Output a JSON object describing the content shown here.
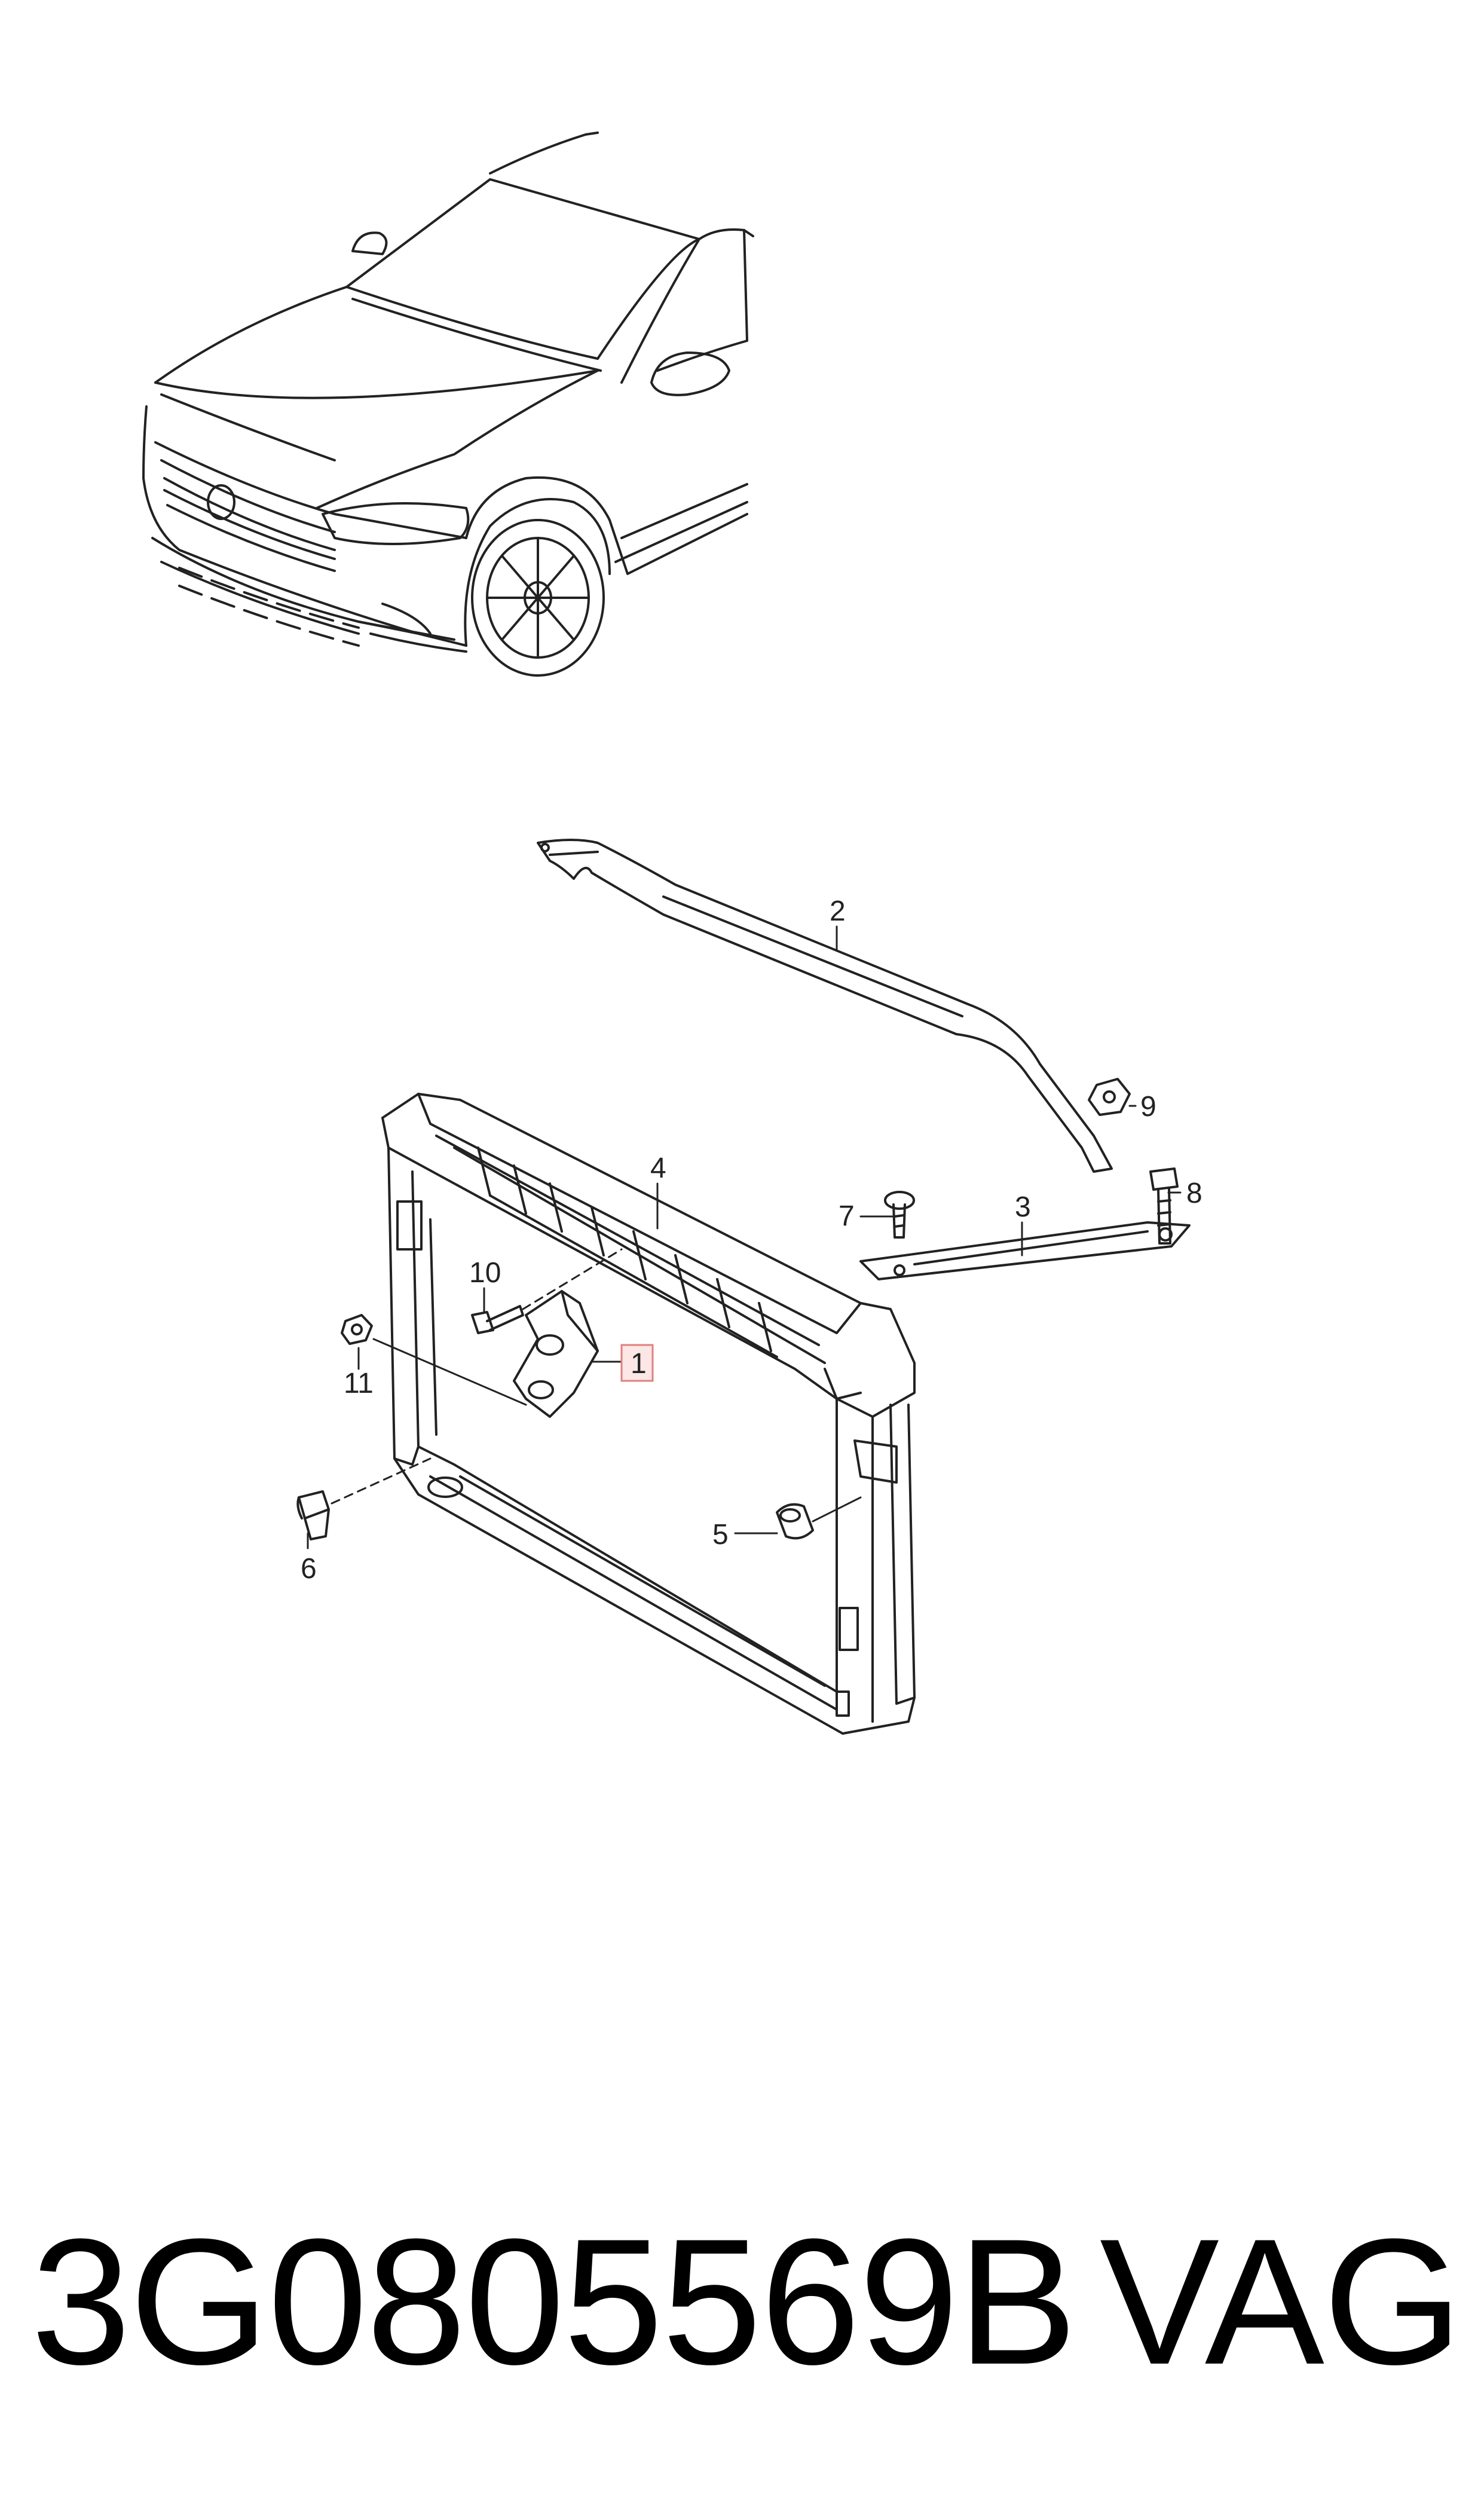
{
  "callouts": [
    {
      "id": "1",
      "label": "1"
    },
    {
      "id": "2",
      "label": "2"
    },
    {
      "id": "3",
      "label": "3"
    },
    {
      "id": "4",
      "label": "4"
    },
    {
      "id": "5",
      "label": "5"
    },
    {
      "id": "6",
      "label": "6"
    },
    {
      "id": "7",
      "label": "7"
    },
    {
      "id": "8",
      "label": "8"
    },
    {
      "id": "9",
      "label": "9"
    },
    {
      "id": "10",
      "label": "10"
    },
    {
      "id": "11",
      "label": "11"
    }
  ],
  "footer": {
    "part_number": "3G0805569B",
    "brand": "VAG"
  },
  "colors": {
    "line": "#222222",
    "highlight_fill": "#fde6e6",
    "highlight_stroke": "#e08080"
  }
}
